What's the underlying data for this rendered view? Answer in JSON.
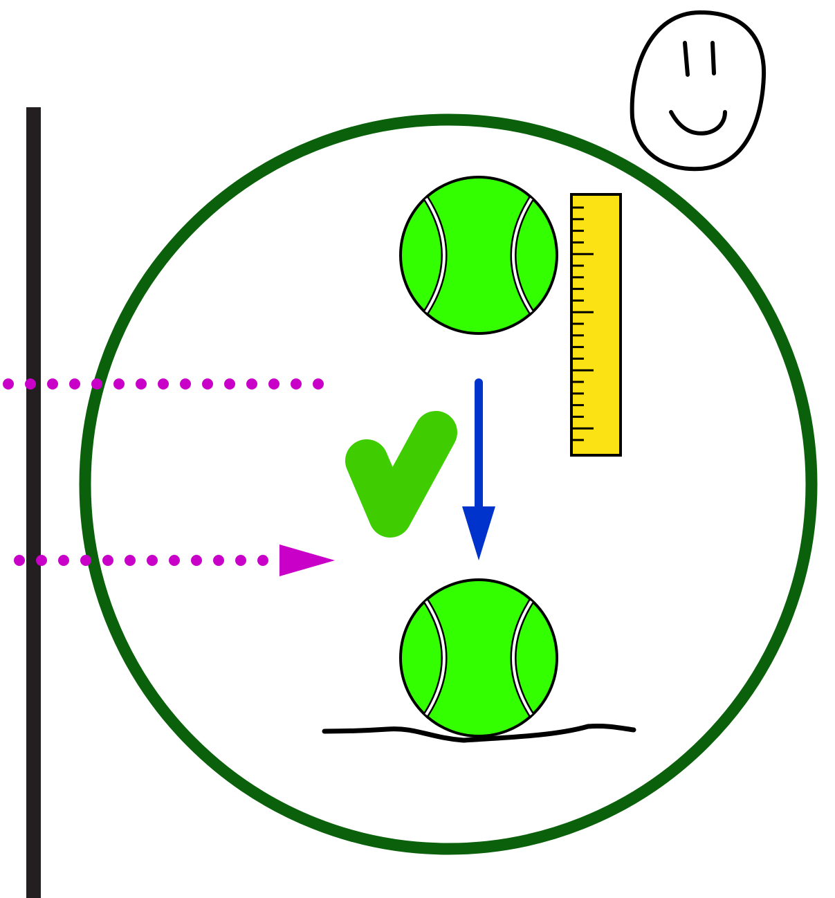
{
  "diagram": {
    "description_free": true,
    "colors": {
      "background": "#ffffff",
      "frame_circle": "#0b610b",
      "vertical_line": "#231f20",
      "dotted_arrows": "#c800c8",
      "ball_fill": "#33ff00",
      "ball_outline": "#000000",
      "ruler_fill": "#fbe214",
      "down_arrow": "#0033cc",
      "check_mark": "#3fcc00",
      "ground_line": "#000000",
      "smiley_stroke": "#000000"
    },
    "icons": [
      "vertical-line",
      "frame-circle",
      "upper-tennis-ball-icon",
      "lower-tennis-ball-icon",
      "ruler-icon",
      "down-arrow-icon",
      "check-mark-icon",
      "dotted-line",
      "dotted-arrow-icon",
      "ground-line",
      "smiley-face-icon"
    ],
    "ruler_ticks": 21
  }
}
